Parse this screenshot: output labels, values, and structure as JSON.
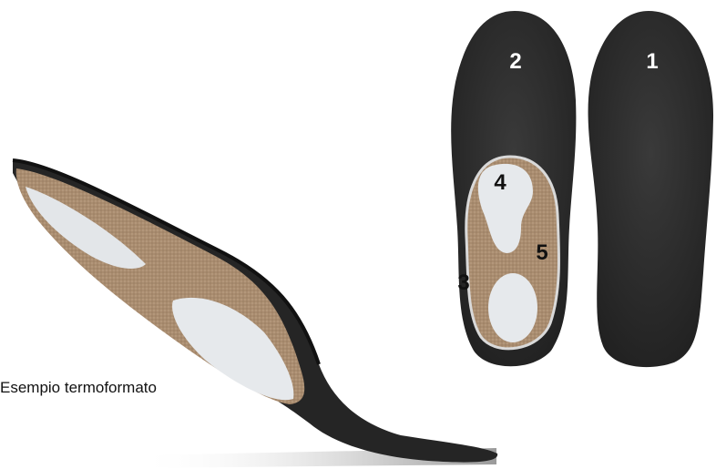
{
  "caption": "Esempio termoformato",
  "labels": {
    "layer_1": "1",
    "layer_2": "2",
    "layer_3": "3",
    "layer_4": "4",
    "layer_5": "5"
  },
  "colors": {
    "dark_cover": "#2a2a2a",
    "cork": "#a98c6f",
    "light_pad": "#e6e8ea"
  }
}
